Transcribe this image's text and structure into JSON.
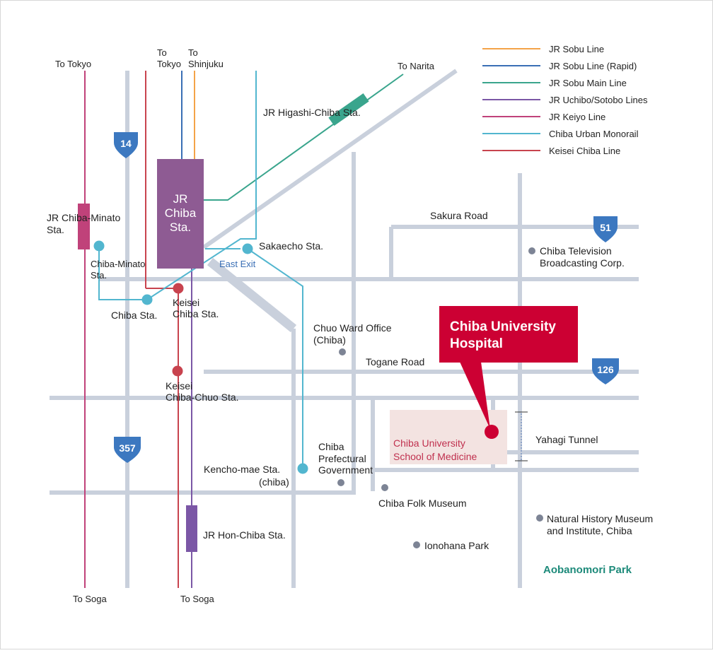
{
  "legend": {
    "items": [
      {
        "name": "JR Sobu Line",
        "color": "#f4a348"
      },
      {
        "name": "JR Sobu Line (Rapid)",
        "color": "#3a6fb5"
      },
      {
        "name": "JR Sobu Main Line",
        "color": "#3aa58d"
      },
      {
        "name": "JR Uchibo/Sotobo Lines",
        "color": "#7b57a6"
      },
      {
        "name": "JR Keiyo Line",
        "color": "#c0427a"
      },
      {
        "name": "Chiba Urban Monorail",
        "color": "#52b6cf"
      },
      {
        "name": "Keisei Chiba Line",
        "color": "#c8434e"
      }
    ]
  },
  "directions": {
    "to_tokyo_left": "To Tokyo",
    "to_tokyo_rapid": [
      "To",
      "Tokyo"
    ],
    "to_shinjuku": [
      "To",
      "Shinjuku"
    ],
    "to_narita": "To Narita",
    "to_soga_left": "To Soga",
    "to_soga_mid": "To Soga"
  },
  "stations": {
    "jr_chiba": [
      "JR",
      "Chiba",
      "Sta."
    ],
    "jr_higashi_chiba": "JR Higashi-Chiba Sta.",
    "jr_chiba_minato": [
      "JR Chiba-Minato",
      "Sta."
    ],
    "chiba_minato": [
      "Chiba-Minato",
      "Sta."
    ],
    "chiba_sta": "Chiba Sta.",
    "keisei_chiba": [
      "Keisei",
      "Chiba Sta."
    ],
    "keisei_chiba_chuo": [
      "Keisei",
      "Chiba-Chuo Sta."
    ],
    "sakaecho": "Sakaecho Sta.",
    "east_exit": "East Exit",
    "kencho_mae": [
      "Kencho-mae Sta.",
      "(chiba)"
    ],
    "jr_hon_chiba": "JR Hon-Chiba Sta."
  },
  "roads": {
    "sakura": "Sakura Road",
    "togane": "Togane Road",
    "yahagi_tunnel": "Yahagi Tunnel"
  },
  "route_shields": [
    "14",
    "51",
    "126",
    "357"
  ],
  "landmarks": {
    "chiba_tv": [
      "Chiba Television",
      "Broadcasting Corp."
    ],
    "chuo_ward": [
      "Chuo Ward Office",
      "(Chiba)"
    ],
    "prefectural_gov": [
      "Chiba",
      "Prefectural",
      "Government"
    ],
    "folk_museum": "Chiba Folk Museum",
    "natural_history": [
      "Natural History Museum",
      "and Institute, Chiba"
    ],
    "ionohana": "Ionohana Park",
    "aobanomori": "Aobanomori Park"
  },
  "hospital": {
    "callout": [
      "Chiba University",
      "Hospital"
    ],
    "school": [
      "Chiba University",
      "School of Medicine"
    ]
  },
  "colors": {
    "road": "#c9d0dc",
    "station_jr": "#8e5b93",
    "callout": "#cc0033",
    "monorail": "#52b6cf",
    "keisei": "#c8434e",
    "park_text": "#1d8a7a",
    "school_bg": "#f3e3e1",
    "school_text": "#c0304e",
    "shield": "#3c78c0"
  }
}
